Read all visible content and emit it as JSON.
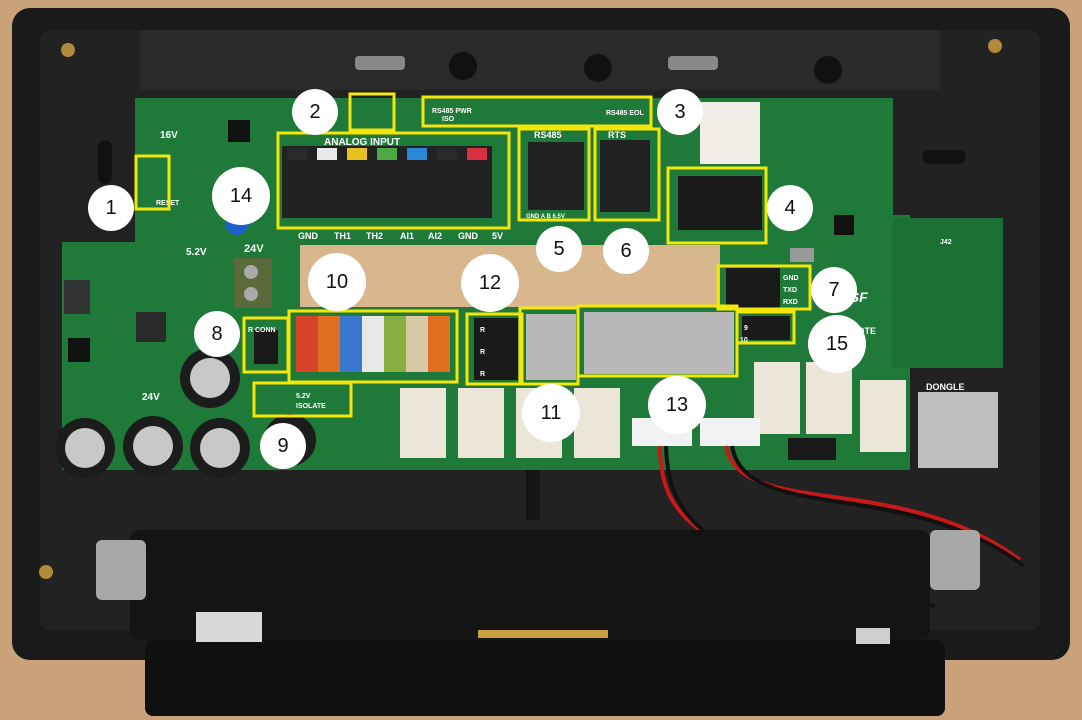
{
  "colors": {
    "highlight": "#f5e60a",
    "pcb": "#1f7a3a",
    "enclosure": "#1a1a1a",
    "wood": "#c9a27a",
    "callout": "#ffffff"
  },
  "board_labels": {
    "reset": "RESET",
    "v16": "16V",
    "v52_top": "5.2V",
    "v24_left": "24V",
    "v24_terminal": "24V",
    "analog_input": "ANALOG INPUT",
    "analog_pins": [
      "GND",
      "TH1",
      "TH2",
      "AI1",
      "AI2",
      "GND",
      "5V"
    ],
    "rs485_pwr": "RS485 PWR",
    "iso": "ISO",
    "rs485_eol": "RS485 EOL",
    "rs485_header": "RS485",
    "rs485_pins": "GND A B 6.5V",
    "rts": "RTS",
    "r_conn": "R CONN",
    "isolate_v": "5.2V",
    "isolate": "ISOLATE",
    "uart_pins": [
      "GND",
      "TXD",
      "RXD"
    ],
    "brand": "7SF",
    "mote": "MOTE",
    "dongle": "DONGLE",
    "j42": "J42",
    "hdr_9": "9",
    "hdr_10": "10",
    "r_terms": [
      "R",
      "R",
      "R"
    ]
  },
  "callouts": [
    "1",
    "2",
    "3",
    "4",
    "5",
    "6",
    "7",
    "8",
    "9",
    "10",
    "11",
    "12",
    "13",
    "14",
    "15"
  ]
}
